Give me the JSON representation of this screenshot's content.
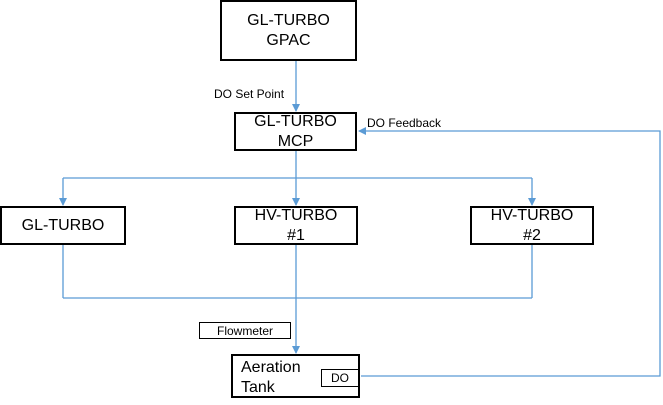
{
  "diagram": {
    "nodes": {
      "gpac": {
        "line1": "GL-TURBO",
        "line2": "GPAC"
      },
      "mcp": {
        "line1": "GL-TURBO",
        "line2": "MCP"
      },
      "gl_turbo": {
        "line1": "GL-TURBO"
      },
      "hv1": {
        "line1": "HV-TURBO",
        "line2": "#1"
      },
      "hv2": {
        "line1": "HV-TURBO",
        "line2": "#2"
      },
      "tank": {
        "line1": "Aeration",
        "line2": "Tank",
        "sensor": "DO"
      }
    },
    "labels": {
      "setpoint": "DO Set Point",
      "feedback": "DO Feedback",
      "flowmeter": "Flowmeter"
    },
    "colors": {
      "connector": "#5B9BD5",
      "box_border": "#000000"
    }
  }
}
